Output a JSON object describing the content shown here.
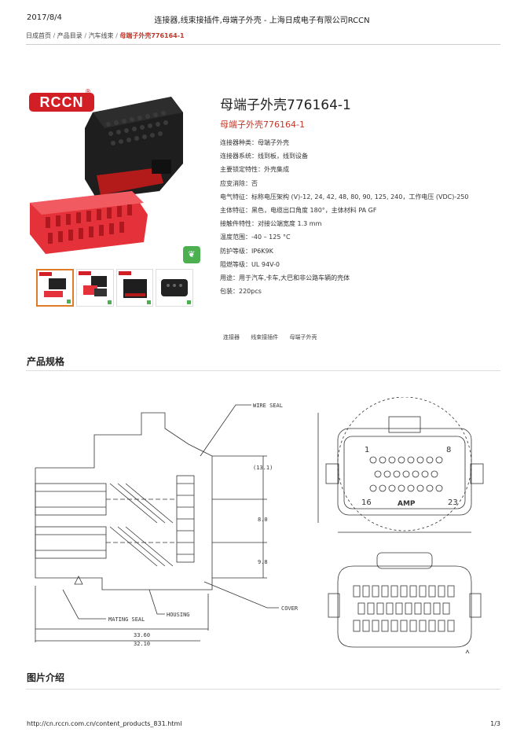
{
  "header": {
    "date": "2017/8/4",
    "title": "连接器,线束接插件,母端子外壳 - 上海日成电子有限公司RCCN"
  },
  "breadcrumb": {
    "items": [
      "日成首页",
      "产品目录",
      "汽车线束"
    ],
    "current": "母端子外壳776164-1"
  },
  "brand": {
    "logo_text": "RCCN",
    "reg_mark": "®",
    "eco_badge": "ROHS"
  },
  "product": {
    "title": "母端子外壳776164-1",
    "subtitle": "母端子外壳776164-1",
    "specs": [
      "连接器种类：母端子外壳",
      "连接器系统：线到板，线到设备",
      "主要锁定特性：外壳集成",
      "应变消除：否",
      "电气特征：标称电压架构 (V)-12, 24, 42, 48, 80, 90, 125, 240，工作电压 (VDC)-250",
      "主体特征：黑色，电缆出口角度 180°，主体材料 PA GF",
      "接触件特性：对接公端宽度 1.3 mm",
      "温度范围：-40 – 125 °C",
      "防护等级：IP6K9K",
      "阻燃等级：UL 94V-0",
      "用途：用于汽车,卡车,大巴和非公路车辆的壳体",
      "包装：220pcs"
    ]
  },
  "tags": [
    "连接器",
    "线束接插件",
    "母端子外壳"
  ],
  "sections": {
    "spec_heading": "产品规格",
    "intro_heading": "图片介绍"
  },
  "drawing": {
    "labels": {
      "wire_seal": "WIRE SEAL",
      "mating_seal": "MATING SEAL",
      "housing": "HOUSING",
      "cover": "COVER",
      "dim_13_1": "(13.1)",
      "dim_8_0": "8.0",
      "dim_9_8": "9.8",
      "dim_33_60": "33.60",
      "dim_32_10": "32.10",
      "pin_1": "1",
      "pin_8": "8",
      "pin_16": "16",
      "pin_23": "23",
      "amp": "AMP"
    }
  },
  "footer": {
    "url": "http://cn.rccn.com.cn/content_products_831.html",
    "page": "1/3"
  },
  "colors": {
    "accent": "#c0392b",
    "logo_red": "#d21f26",
    "green": "#4caf50"
  }
}
